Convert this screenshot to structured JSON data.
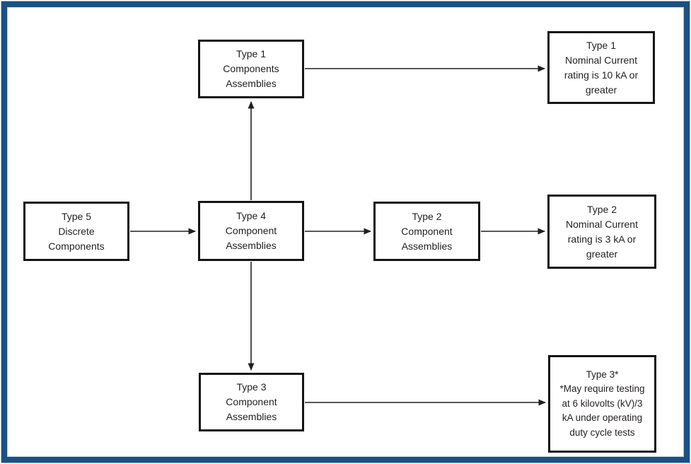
{
  "frame": {
    "border_color": "#1b5180",
    "background": "#ffffff"
  },
  "diagram": {
    "line_color": "#231f20",
    "box_border_color": "#161314",
    "nodes": {
      "type5": {
        "text": "Type 5\nDiscrete\nComponents"
      },
      "type4": {
        "text": "Type 4\nComponent\nAssemblies"
      },
      "type1_assembly": {
        "text": "Type 1\nComponents\nAssemblies"
      },
      "type2_assembly": {
        "text": "Type 2\nComponent\nAssemblies"
      },
      "type3_assembly": {
        "text": "Type 3\nComponent\nAssemblies"
      },
      "type1_note": {
        "text": "Type 1\nNominal Current\nrating is 10 kA or\ngreater"
      },
      "type2_note": {
        "text": "Type 2\nNominal Current\nrating is 3 kA or\ngreater"
      },
      "type3_note": {
        "text": "Type 3*\n*May require testing\nat 6 kilovolts (kV)/3\nkA under operating\nduty cycle tests"
      }
    },
    "edges": [
      {
        "from": "type5",
        "to": "type4"
      },
      {
        "from": "type4",
        "to": "type1_assembly"
      },
      {
        "from": "type4",
        "to": "type2_assembly"
      },
      {
        "from": "type4",
        "to": "type3_assembly"
      },
      {
        "from": "type1_assembly",
        "to": "type1_note"
      },
      {
        "from": "type2_assembly",
        "to": "type2_note"
      },
      {
        "from": "type3_assembly",
        "to": "type3_note"
      }
    ]
  }
}
